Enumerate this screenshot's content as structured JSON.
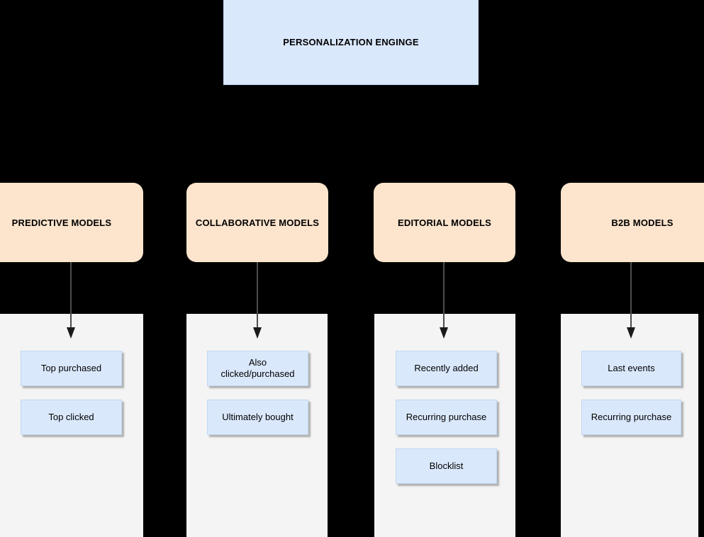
{
  "diagram": {
    "title_node": {
      "label": "PERSONALIZATION ENGINGE",
      "fill": "#dae8fc"
    },
    "colors": {
      "background": "#000000",
      "panel": "#f4f4f4",
      "blue_fill": "#dae8fc",
      "orange_fill": "#fce4cd",
      "arrow": "#4d4d4d",
      "text": "#000000"
    },
    "columns": [
      {
        "category": "PREDICTIVE MODELS",
        "items": [
          {
            "label": "Top purchased"
          },
          {
            "label": "Top clicked"
          }
        ]
      },
      {
        "category": "COLLABORATIVE MODELS",
        "items": [
          {
            "label": "Also clicked/purchased"
          },
          {
            "label": "Ultimately bought"
          }
        ]
      },
      {
        "category": "EDITORIAL MODELS",
        "items": [
          {
            "label": "Recently added"
          },
          {
            "label": "Recurring purchase"
          },
          {
            "label": "Blocklist"
          }
        ]
      },
      {
        "category": "B2B MODELS",
        "items": [
          {
            "label": "Last events"
          },
          {
            "label": "Recurring purchase"
          }
        ]
      }
    ]
  }
}
